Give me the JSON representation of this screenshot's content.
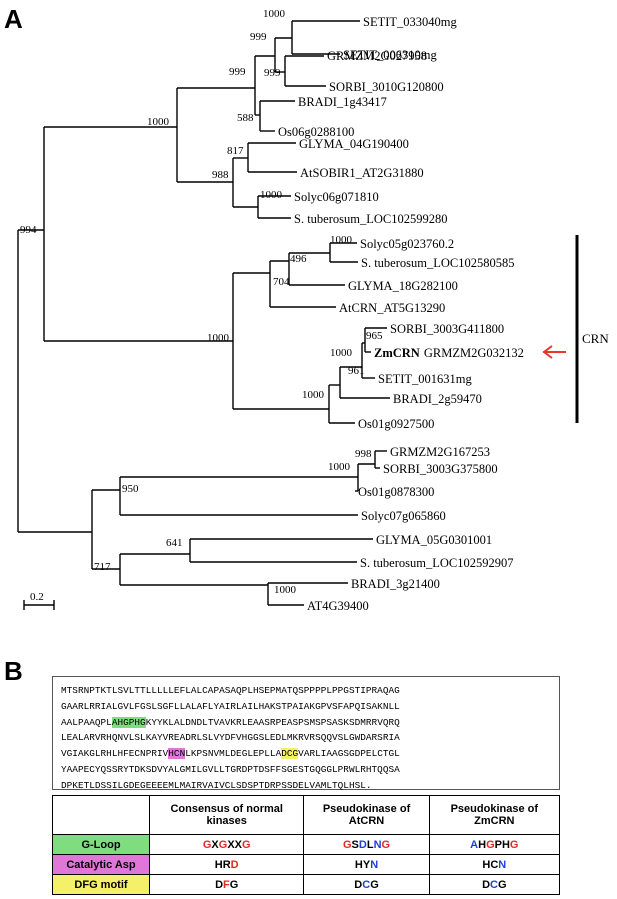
{
  "panel_a_label": "A",
  "panel_b_label": "B",
  "tree": {
    "leaves": [
      "SETIT_033040mg",
      "SETIT_006310mg",
      "GRMZM2G027958",
      "SORBI_3010G120800",
      "BRADI_1g43417",
      "Os06g0288100",
      "GLYMA_04G190400",
      "AtSOBIR1_AT2G31880",
      "Solyc06g071810",
      "S. tuberosum_LOC102599280",
      "Solyc05g023760.2",
      "S. tuberosum_LOC102580585",
      "GLYMA_18G282100",
      "AtCRN_AT5G13290",
      "SORBI_3003G411800",
      "ZmCRN",
      "GRMZM2G032132",
      "SETIT_001631mg",
      "BRADI_2g59470",
      "Os01g0927500",
      "GRMZM2G167253",
      "SORBI_3003G375800",
      "Os01g0878300",
      "Solyc07g065860",
      "GLYMA_05G0301001",
      "S. tuberosum_LOC102592907",
      "BRADI_3g21400",
      "AT4G39400"
    ],
    "bootstrap": [
      "1000",
      "999",
      "999",
      "999",
      "588",
      "1000",
      "817",
      "988",
      "1000",
      "994",
      "1000",
      "496",
      "704",
      "965",
      "1000",
      "961",
      "1000",
      "1000",
      "998",
      "1000",
      "950",
      "641",
      "717",
      "1000"
    ],
    "clade_label": "CRN",
    "scale_label": "0.2"
  },
  "sequence_lines": [
    {
      "parts": [
        {
          "t": "MTSRNPTKTLSVLTTLLLLLEFLALCAPASAQPLHSEPMATQSPPPPLPPGSTIPRAQAG",
          "h": ""
        }
      ]
    },
    {
      "parts": [
        {
          "t": "GAARLRRIALGVLFGSLSGFLLALAFLYAIRLAILHAKSTPAIAKGPVSFAPQISAKNLL",
          "h": ""
        }
      ]
    },
    {
      "parts": [
        {
          "t": "AALPAAQPL",
          "h": ""
        },
        {
          "t": "AHGPHG",
          "h": "green"
        },
        {
          "t": "KYYKLALDNDLTVAVKRLEAASRPEASPSMSPSASKSDMRRVQRQ",
          "h": ""
        }
      ]
    },
    {
      "parts": [
        {
          "t": "LEALARVRHQNVLSLKAYVREADRLSLVYDFVHGGSLEDLMKRVRSQQVSLGWDARSRIA",
          "h": ""
        }
      ]
    },
    {
      "parts": [
        {
          "t": "VGIAKGLRHLHFECNPRIV",
          "h": ""
        },
        {
          "t": "HCN",
          "h": "pink"
        },
        {
          "t": "LKPSNVMLDEGLEPLLA",
          "h": ""
        },
        {
          "t": "DCG",
          "h": "yellow"
        },
        {
          "t": "VARLIAAGSGDPELCTGL",
          "h": ""
        }
      ]
    },
    {
      "parts": [
        {
          "t": "YAAPECYQSSRYTDKSDVYALGMILGVLLTGRDPTDSFFSGESTGQGGLPRWLRHTQQSA",
          "h": ""
        }
      ]
    },
    {
      "parts": [
        {
          "t": "DPKETLDSSILGDEGEEEEMLMAIRVAIVCLSDSPTDRPSSDELVAMLTQLHSL.",
          "h": ""
        }
      ]
    }
  ],
  "table": {
    "headers": [
      "",
      "Consensus of normal kinases",
      "Pseudokinase of AtCRN",
      "Pseudokinase of ZmCRN"
    ],
    "rows": [
      {
        "label": "G-Loop",
        "color": "#7fdc7f",
        "cells": [
          [
            {
              "t": "G",
              "c": "red"
            },
            {
              "t": "X",
              "c": "black"
            },
            {
              "t": "G",
              "c": "red"
            },
            {
              "t": "XX",
              "c": "black"
            },
            {
              "t": "G",
              "c": "red"
            }
          ],
          [
            {
              "t": "G",
              "c": "red"
            },
            {
              "t": "S",
              "c": "black"
            },
            {
              "t": "D",
              "c": "blue"
            },
            {
              "t": "L",
              "c": "black"
            },
            {
              "t": "N",
              "c": "blue"
            },
            {
              "t": "G",
              "c": "red"
            }
          ],
          [
            {
              "t": "A",
              "c": "blue"
            },
            {
              "t": "H",
              "c": "black"
            },
            {
              "t": "G",
              "c": "red"
            },
            {
              "t": "PH",
              "c": "black"
            },
            {
              "t": "G",
              "c": "red"
            }
          ]
        ]
      },
      {
        "label": "Catalytic Asp",
        "color": "#e077d8",
        "cells": [
          [
            {
              "t": "HR",
              "c": "black"
            },
            {
              "t": "D",
              "c": "red"
            }
          ],
          [
            {
              "t": "HY",
              "c": "black"
            },
            {
              "t": "N",
              "c": "blue"
            }
          ],
          [
            {
              "t": "HC",
              "c": "black"
            },
            {
              "t": "N",
              "c": "blue"
            }
          ]
        ]
      },
      {
        "label": "DFG motif",
        "color": "#f4f06a",
        "cells": [
          [
            {
              "t": "D",
              "c": "black"
            },
            {
              "t": "F",
              "c": "red"
            },
            {
              "t": "G",
              "c": "black"
            }
          ],
          [
            {
              "t": "D",
              "c": "black"
            },
            {
              "t": "C",
              "c": "blue"
            },
            {
              "t": "G",
              "c": "black"
            }
          ],
          [
            {
              "t": "D",
              "c": "black"
            },
            {
              "t": "C",
              "c": "blue"
            },
            {
              "t": "G",
              "c": "black"
            }
          ]
        ]
      }
    ]
  },
  "colors": {
    "arrow": "#e8352a",
    "red": "#e02a1f",
    "blue": "#1f3fd6"
  }
}
